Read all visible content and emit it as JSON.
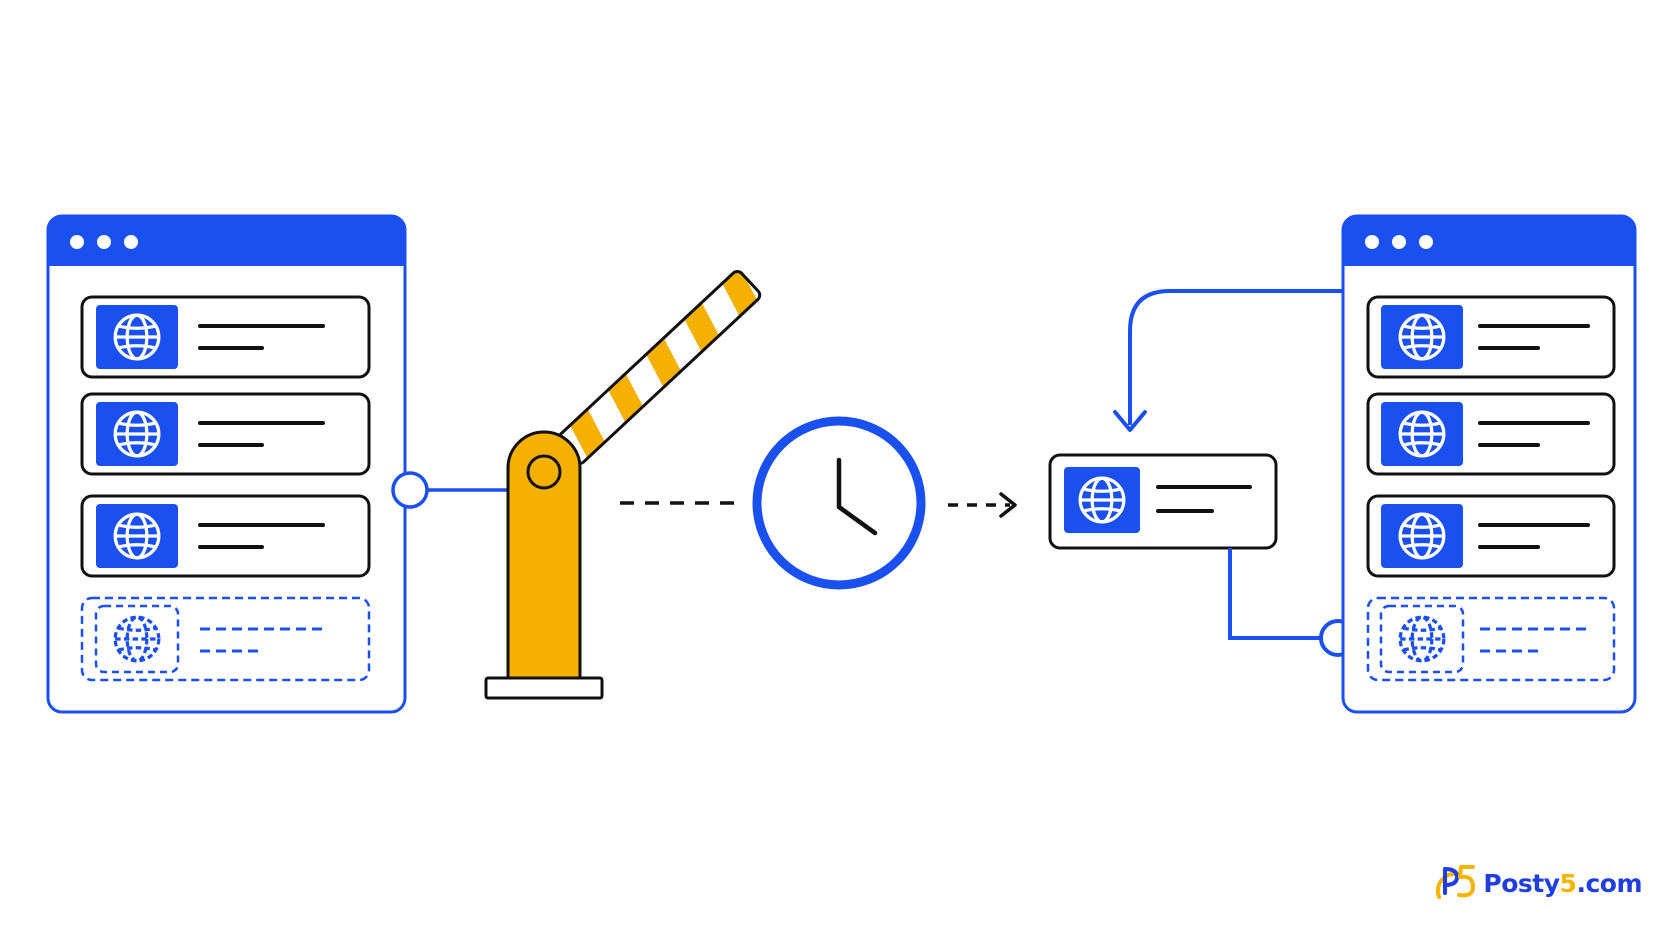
{
  "brand": {
    "name_part1": "Posty",
    "name_part2": "5",
    "name_part3": ".com"
  },
  "colors": {
    "accent": "#1a4ff0",
    "barrier": "#f5b000",
    "ink": "#111111",
    "brand_blue": "#1f3ee0",
    "brand_yellow": "#f5b400"
  },
  "icons": {
    "list_item_icon": "globe-icon",
    "barrier": "boom-gate",
    "wait": "clock-icon",
    "logo": "posty5-logo-icon"
  },
  "panels": {
    "left_items": 3,
    "left_placeholder_items": 1,
    "right_items": 3,
    "right_placeholder_items": 1
  }
}
